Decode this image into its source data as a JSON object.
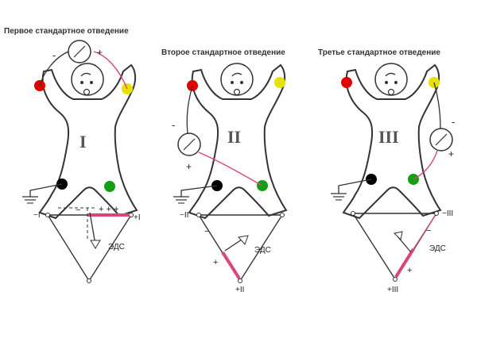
{
  "panels": [
    {
      "title": "Первое стандартное отведение",
      "roman": "I",
      "meter_minus": "-",
      "meter_plus": "+",
      "tri_left_label": "−I",
      "tri_right_label": "+I",
      "tri_bottom_label": "",
      "plus_marks": "+ + +",
      "minus_marks": "−",
      "emf_label": "ЭДС"
    },
    {
      "title": "Второе стандартное отведение",
      "roman": "II",
      "meter_minus": "-",
      "meter_plus": "+",
      "tri_left_label": "−II",
      "tri_right_label": "",
      "tri_bottom_label": "+II",
      "plus_marks": "+",
      "minus_marks": "−",
      "emf_label": "ЭДС"
    },
    {
      "title": "Третье стандартное отведение",
      "roman": "III",
      "meter_minus": "-",
      "meter_plus": "+",
      "tri_left_label": "",
      "tri_right_label": "−III",
      "tri_bottom_label": "+III",
      "plus_marks": "+",
      "minus_marks": "−",
      "emf_label": "ЭДС"
    }
  ],
  "colors": {
    "electrode_right_arm": "#e8e000",
    "electrode_left_arm": "#e00000",
    "electrode_right_leg": "#12a012",
    "electrode_left_leg": "#000000",
    "lead_wire": "#d9477a",
    "emf_vector": "#d9477a"
  }
}
